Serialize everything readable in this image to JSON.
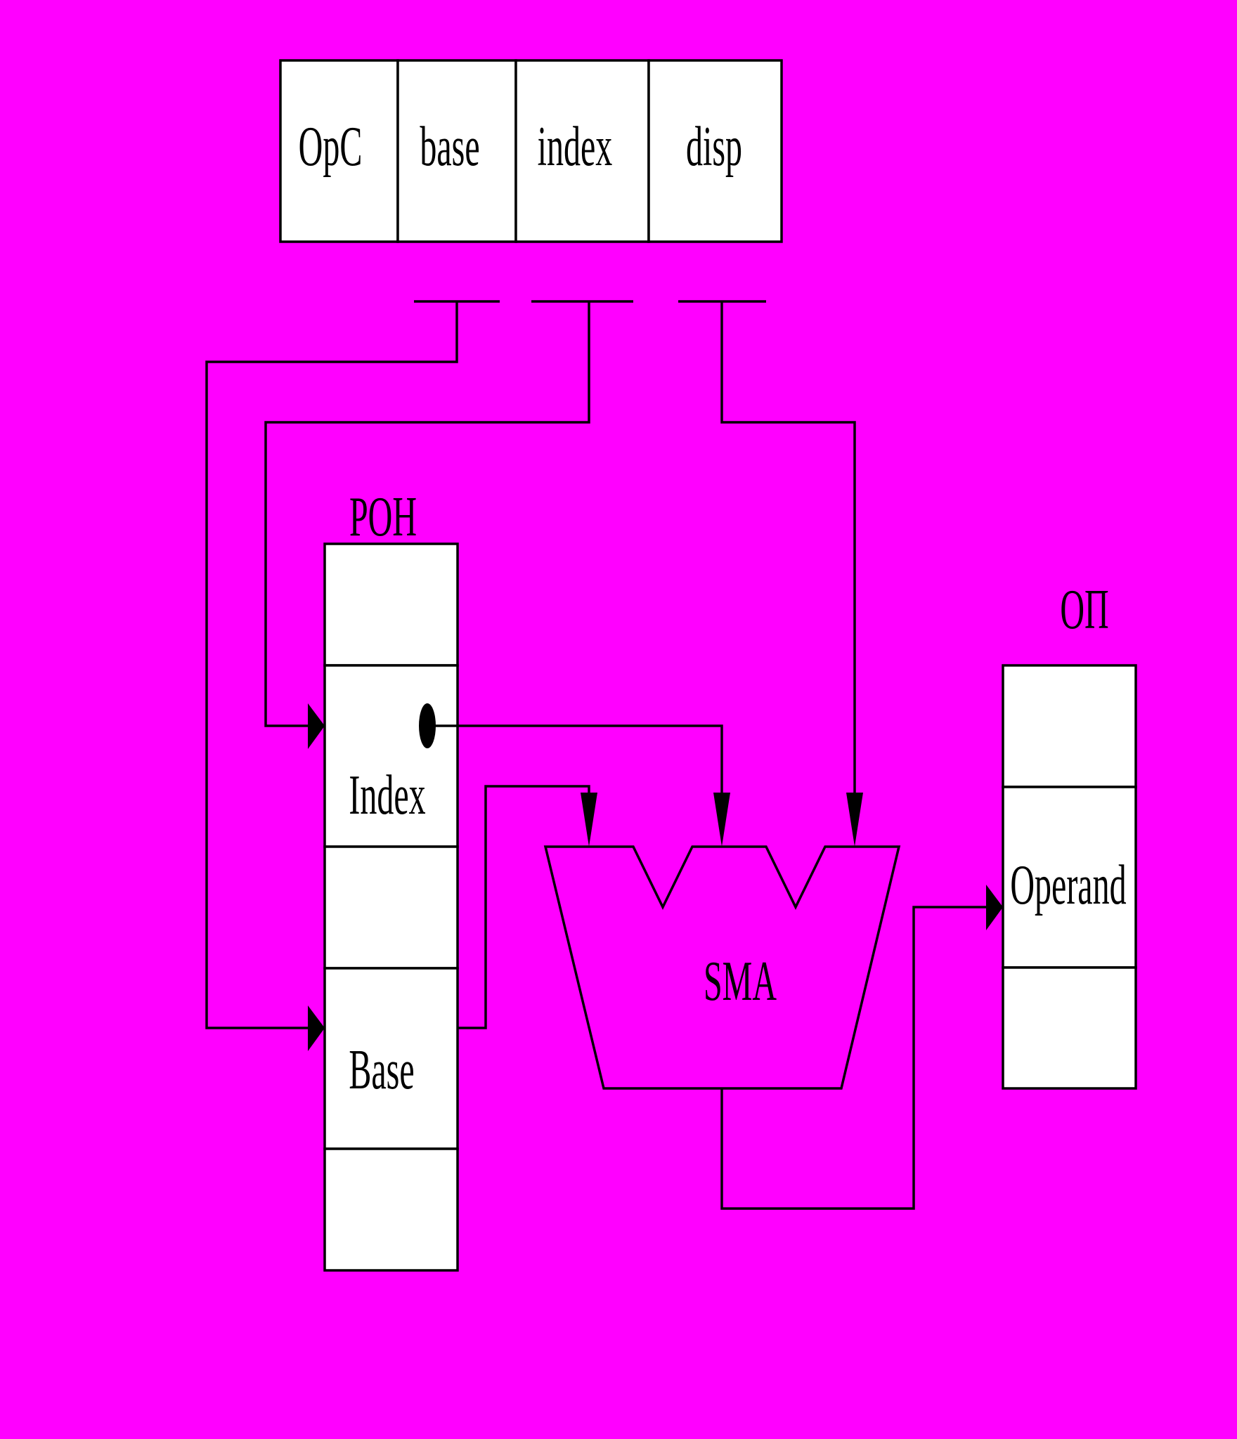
{
  "colors": {
    "background": "#FF00FF",
    "cell_fill": "#FFFFFF",
    "ink": "#000000"
  },
  "instruction": {
    "fields": [
      "OpC",
      "base",
      "index",
      "disp"
    ]
  },
  "registers": {
    "title": "POH",
    "cells": [
      "",
      "Index",
      "",
      "Base",
      ""
    ]
  },
  "adder": {
    "label": "SMA"
  },
  "memory": {
    "title": "ОП",
    "cells": [
      "",
      "Operand",
      ""
    ]
  }
}
